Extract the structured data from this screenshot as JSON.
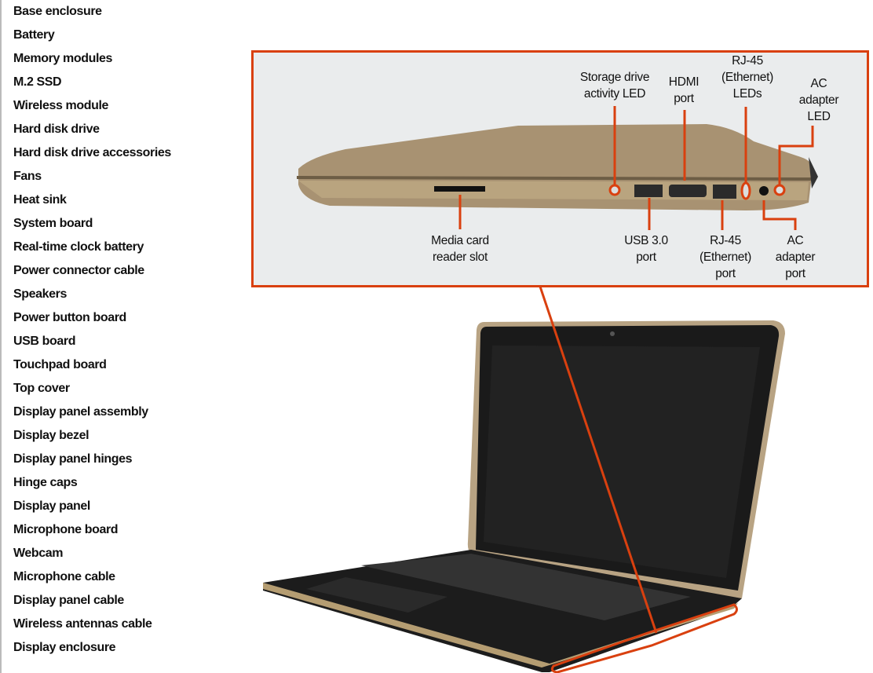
{
  "sidebar": {
    "items": [
      "Base enclosure",
      "Battery",
      "Memory modules",
      "M.2 SSD",
      "Wireless module",
      "Hard disk drive",
      "Hard disk drive accessories",
      "Fans",
      "Heat sink",
      "System board",
      "Real-time clock battery",
      "Power connector cable",
      "Speakers",
      "Power button board",
      "USB board",
      "Touchpad board",
      "Top cover",
      "Display panel assembly",
      "Display bezel",
      "Display panel hinges",
      "Hinge caps",
      "Display panel",
      "Microphone board",
      "Webcam",
      "Microphone cable",
      "Display panel cable",
      "Wireless antennas cable",
      "Display enclosure"
    ]
  },
  "callout": {
    "labels": {
      "storage_led": [
        "Storage drive",
        "activity LED"
      ],
      "hdmi": [
        "HDMI",
        "port"
      ],
      "rj45_leds": [
        "RJ-45",
        "(Ethernet)",
        "LEDs"
      ],
      "ac_led": [
        "AC",
        "adapter",
        "LED"
      ],
      "media_card": [
        "Media card",
        "reader slot"
      ],
      "usb": [
        "USB 3.0",
        "port"
      ],
      "rj45_port": [
        "RJ-45",
        "(Ethernet)",
        "port"
      ],
      "ac_port": [
        "AC",
        "adapter",
        "port"
      ]
    },
    "accent_color": "#d9400f"
  }
}
